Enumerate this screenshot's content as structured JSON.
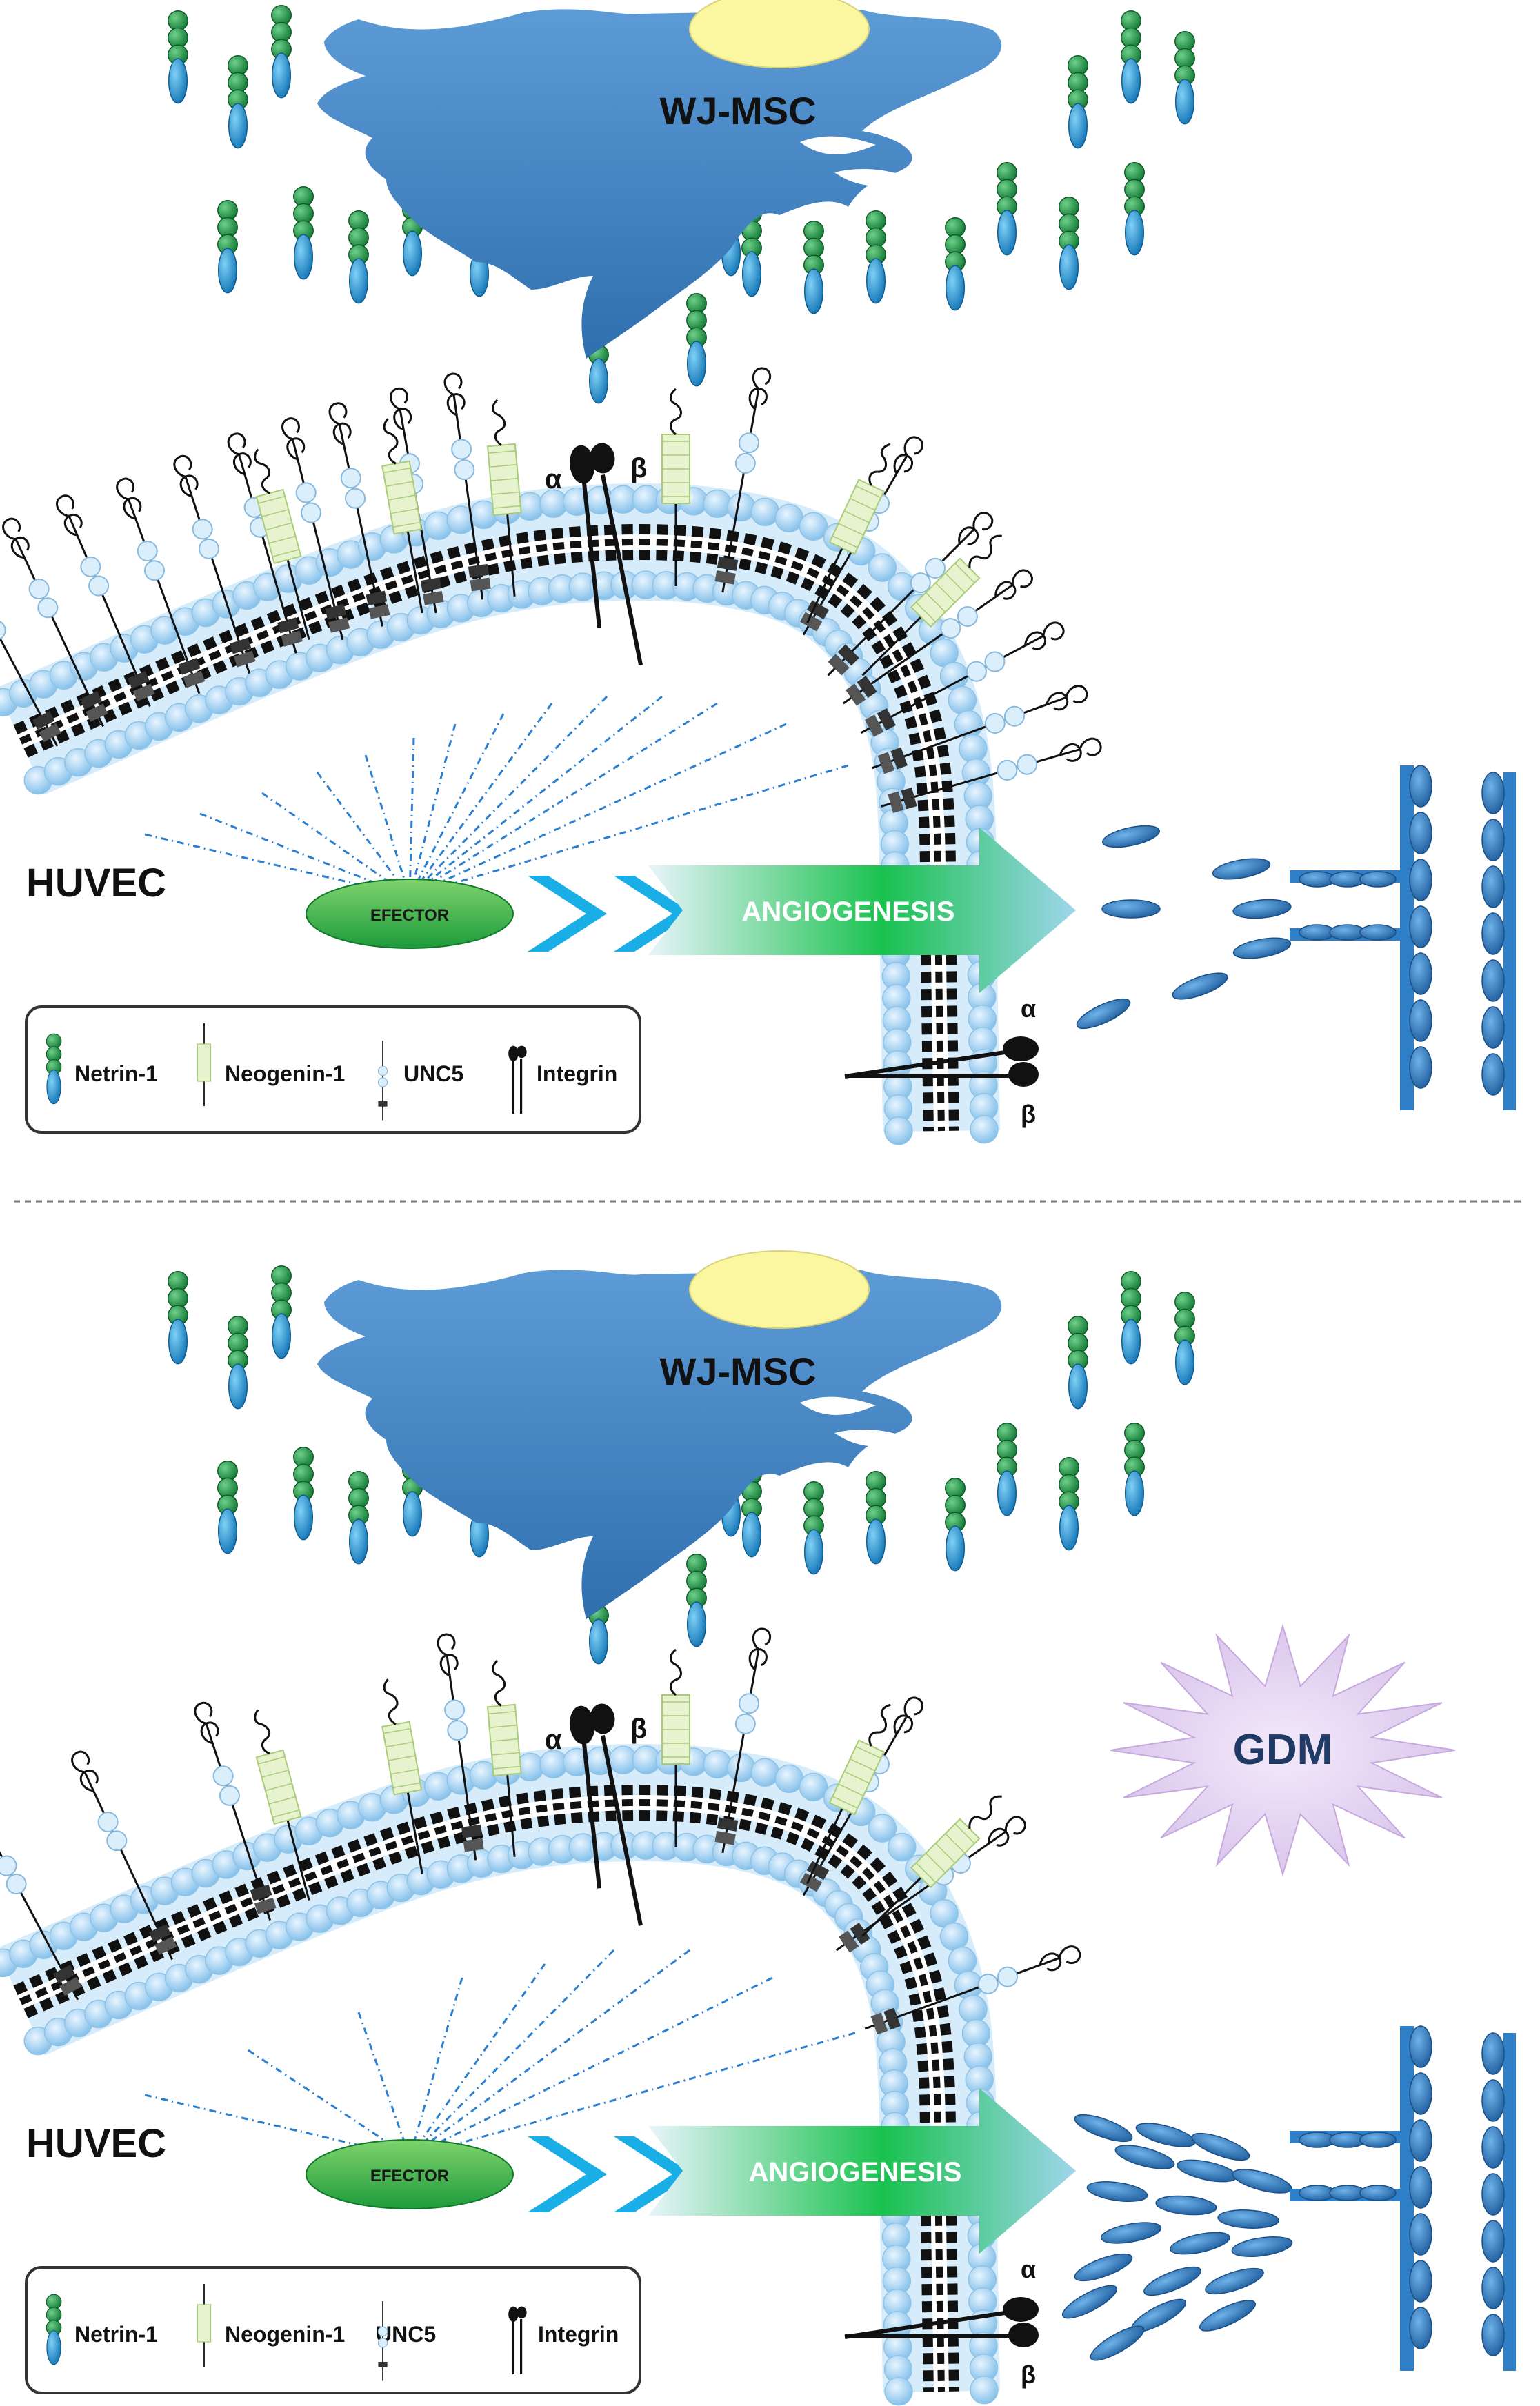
{
  "panels": [
    {
      "id": "control",
      "cell_label": "WJ-MSC",
      "target_label": "HUVEC",
      "effector_label": "EFECTOR",
      "process_label": "ANGIOGENESIS",
      "integrin_alpha": "α",
      "integrin_beta": "β",
      "condition_label": ""
    },
    {
      "id": "gdm",
      "cell_label": "WJ-MSC",
      "target_label": "HUVEC",
      "effector_label": "EFECTOR",
      "process_label": "ANGIOGENESIS",
      "integrin_alpha": "α",
      "integrin_beta": "β",
      "condition_label": "GDM"
    }
  ],
  "legend": {
    "items": [
      {
        "label": "Netrin-1",
        "icon": "netrin-1-icon"
      },
      {
        "label": "Neogenin-1",
        "icon": "neogenin-1-icon"
      },
      {
        "label": "UNC5",
        "icon": "unc5-icon"
      },
      {
        "label": "Integrin",
        "icon": "integrin-icon"
      }
    ]
  },
  "colors": {
    "cell_blue": "#3f7fc0",
    "nucleus_yellow": "#fbf6a0",
    "netrin_green": "#1f9a4a",
    "netrin_blue": "#1f8fd6",
    "membrane_blue": "#a8d4f4",
    "effector_green": "#3db84a",
    "arrow_green": "#18c050",
    "chevron_cyan": "#19aee6",
    "gdm_purple": "#e4d3f1",
    "gdm_text": "#1f3a64",
    "endothelial_blue": "#2f7fc6"
  }
}
